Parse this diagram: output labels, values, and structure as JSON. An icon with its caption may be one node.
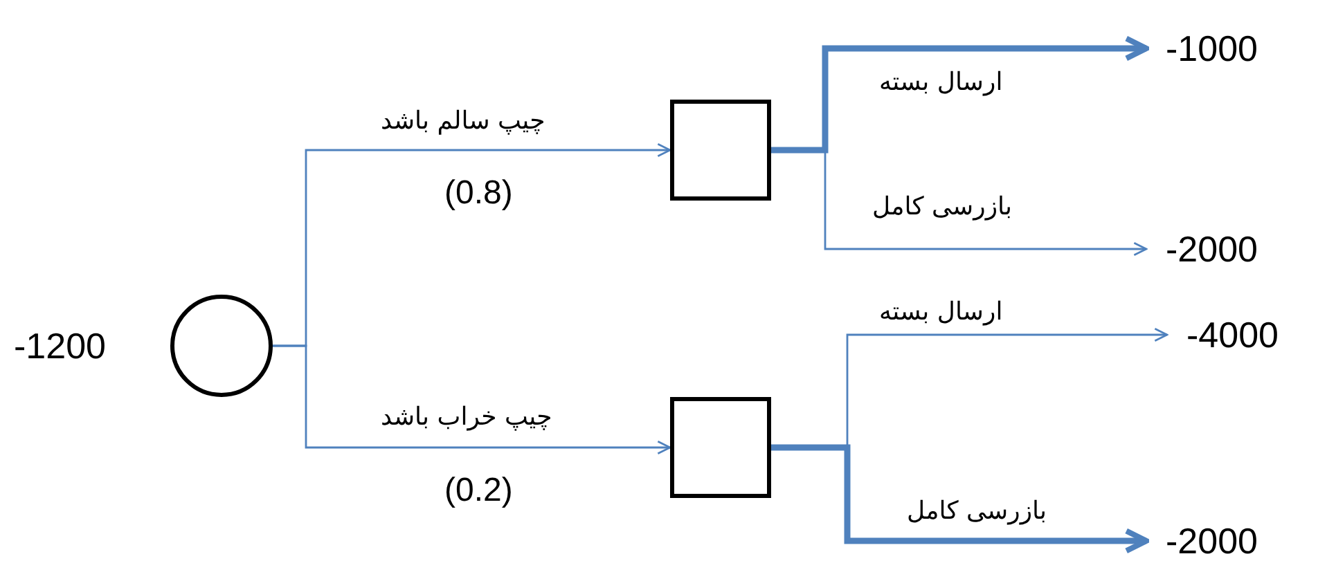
{
  "diagram": {
    "nodes": [
      {
        "text": [],
        "shape": "circle",
        "beside": [
          "-1200"
        ]
      },
      {
        "text": [],
        "shape": "box"
      },
      {
        "text": [],
        "shape": "box"
      },
      {
        "text": [
          "-1000"
        ]
      },
      {
        "text": [
          "-2000"
        ]
      },
      {
        "text": [
          "-4000"
        ]
      },
      {
        "text": [
          "-2000"
        ]
      }
    ],
    "edges": [
      {
        "from": 0,
        "to": 1,
        "arrow": "to",
        "label": "چیپ سالم باشد"
      },
      {
        "from": 0,
        "to": 2,
        "arrow": "to",
        "label": "چیپ خراب باشد"
      },
      {
        "from": 1,
        "to": 3,
        "arrow": "to",
        "label": "ارسال بسته",
        "style": "thick"
      },
      {
        "from": 1,
        "to": 4,
        "arrow": "to",
        "label": "بازرسی کامل"
      },
      {
        "from": 2,
        "to": 5,
        "arrow": "to",
        "label": "ارسال بسته"
      },
      {
        "from": 2,
        "to": 6,
        "arrow": "to",
        "label": "بازرسی کامل",
        "style": "thick"
      }
    ],
    "labels": [
      "(0.8)",
      "(0.2)"
    ]
  }
}
